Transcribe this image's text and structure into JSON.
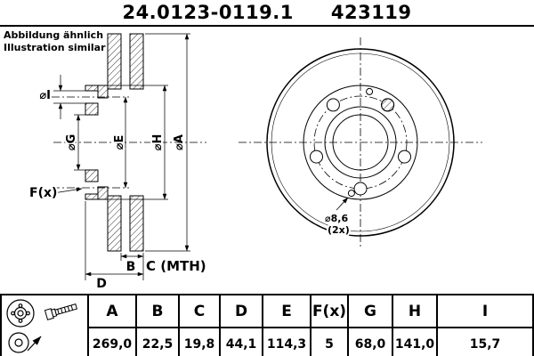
{
  "header": {
    "part_number": "24.0123-0119.1",
    "ref_number": "423119"
  },
  "note": {
    "line1": "Abbildung ähnlich",
    "line2": "Illustration similar"
  },
  "colors": {
    "ink": "#000000",
    "paper": "#ffffff"
  },
  "drawing": {
    "labels": {
      "dia_i": "⌀I",
      "dia_g": "⌀G",
      "dia_e": "⌀E",
      "dia_h": "⌀H",
      "dia_a": "⌀A",
      "f": "F(x)",
      "b": "B",
      "c": "C (MTH)",
      "d": "D",
      "hole_dia": "⌀8,6",
      "hole_count": "(2x)"
    }
  },
  "table": {
    "headers": [
      "A",
      "B",
      "C",
      "D",
      "E",
      "F(x)",
      "G",
      "H",
      "I"
    ],
    "values": [
      "269,0",
      "22,5",
      "19,8",
      "44,1",
      "114,3",
      "5",
      "68,0",
      "141,0",
      "15,7"
    ]
  }
}
